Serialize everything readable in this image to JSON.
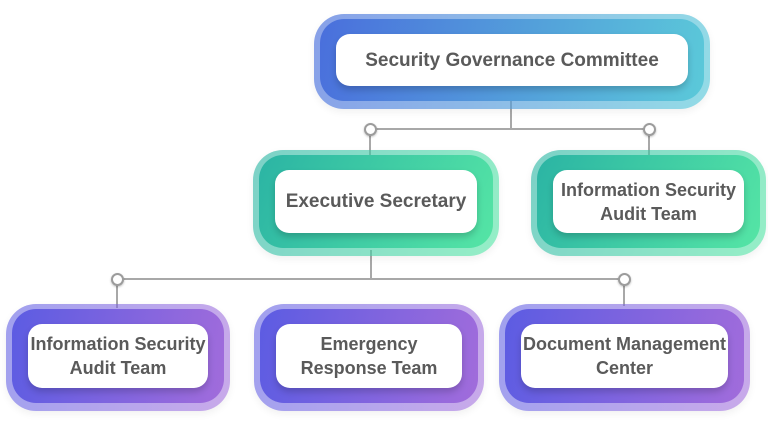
{
  "palette": {
    "level1_gradient": [
      "#4a6fdc",
      "#5bc9d9"
    ],
    "level2_gradient": [
      "#2bb4a4",
      "#55e5a5"
    ],
    "level3_gradient": [
      "#5c5ce2",
      "#a16cdb"
    ],
    "node_fill": "#ffffff",
    "connector_line": "#a8a8a8",
    "junction_dot_border": "#9c9c9c",
    "text": "#5a5a5a"
  },
  "org_chart": {
    "nodes": [
      {
        "id": "security-governance-committee",
        "level": 1,
        "label": "Security Governance Committee",
        "lines": [
          "Security Governance Committee"
        ]
      },
      {
        "id": "executive-secretary",
        "level": 2,
        "label": "Executive Secretary",
        "lines": [
          "Executive Secretary"
        ]
      },
      {
        "id": "information-security-audit-team-top",
        "level": 2,
        "label": "Information Security Audit Team",
        "lines": [
          "Information Security",
          "Audit Team"
        ]
      },
      {
        "id": "information-security-audit-team-bottom",
        "level": 3,
        "label": "Information Security Audit Team",
        "lines": [
          "Information Security",
          "Audit Team"
        ]
      },
      {
        "id": "emergency-response-team",
        "level": 3,
        "label": "Emergency Response Team",
        "lines": [
          "Emergency",
          "Response Team"
        ]
      },
      {
        "id": "document-management-center",
        "level": 3,
        "label": "Document Management Center",
        "lines": [
          "Document Management",
          "Center"
        ]
      }
    ],
    "edges": [
      {
        "from": "security-governance-committee",
        "to": "executive-secretary"
      },
      {
        "from": "security-governance-committee",
        "to": "information-security-audit-team-top"
      },
      {
        "from": "executive-secretary",
        "to": "information-security-audit-team-bottom"
      },
      {
        "from": "executive-secretary",
        "to": "emergency-response-team"
      },
      {
        "from": "executive-secretary",
        "to": "document-management-center"
      }
    ]
  }
}
